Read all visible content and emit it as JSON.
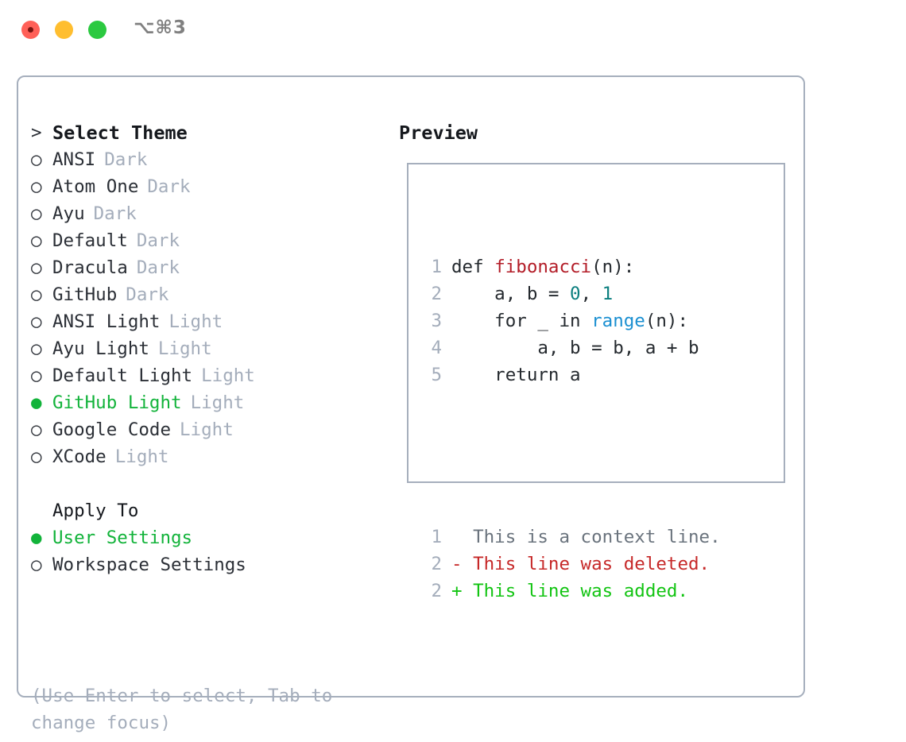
{
  "titlebar": {
    "shortcut": "⌥⌘3",
    "lights": [
      "close",
      "minimize",
      "maximize"
    ]
  },
  "theme_list": {
    "heading": "Select Theme",
    "heading_marker": ">",
    "marker_unselected": "○",
    "marker_selected": "●",
    "items": [
      {
        "name": "ANSI",
        "tag": "Dark",
        "selected": false
      },
      {
        "name": "Atom One",
        "tag": "Dark",
        "selected": false
      },
      {
        "name": "Ayu",
        "tag": "Dark",
        "selected": false
      },
      {
        "name": "Default",
        "tag": "Dark",
        "selected": false
      },
      {
        "name": "Dracula",
        "tag": "Dark",
        "selected": false
      },
      {
        "name": "GitHub",
        "tag": "Dark",
        "selected": false
      },
      {
        "name": "ANSI Light",
        "tag": "Light",
        "selected": false
      },
      {
        "name": "Ayu Light",
        "tag": "Light",
        "selected": false
      },
      {
        "name": "Default Light",
        "tag": "Light",
        "selected": false
      },
      {
        "name": "GitHub Light",
        "tag": "Light",
        "selected": true
      },
      {
        "name": "Google Code",
        "tag": "Light",
        "selected": false
      },
      {
        "name": "XCode",
        "tag": "Light",
        "selected": false
      }
    ]
  },
  "apply_to": {
    "heading": "Apply To",
    "items": [
      {
        "name": "User Settings",
        "selected": true
      },
      {
        "name": "Workspace Settings",
        "selected": false
      }
    ]
  },
  "hint": "(Use Enter to select, Tab to change focus)",
  "preview": {
    "title": "Preview",
    "code_lines": [
      {
        "num": "1",
        "tokens": [
          {
            "t": "def ",
            "c": "plain"
          },
          {
            "t": "fibonacci",
            "c": "func"
          },
          {
            "t": "(n):",
            "c": "plain"
          }
        ]
      },
      {
        "num": "2",
        "tokens": [
          {
            "t": "    a, b = ",
            "c": "plain"
          },
          {
            "t": "0",
            "c": "num"
          },
          {
            "t": ", ",
            "c": "plain"
          },
          {
            "t": "1",
            "c": "num"
          }
        ]
      },
      {
        "num": "3",
        "tokens": [
          {
            "t": "    for _ in ",
            "c": "plain"
          },
          {
            "t": "range",
            "c": "builtin"
          },
          {
            "t": "(n):",
            "c": "plain"
          }
        ]
      },
      {
        "num": "4",
        "tokens": [
          {
            "t": "        a, b = b, a + b",
            "c": "plain"
          }
        ]
      },
      {
        "num": "5",
        "tokens": [
          {
            "t": "    return a",
            "c": "plain"
          }
        ]
      }
    ],
    "diff_lines": [
      {
        "num": "1",
        "sign": "  ",
        "text": "This is a context line.",
        "kind": "ctx"
      },
      {
        "num": "2",
        "sign": "- ",
        "text": "This line was deleted.",
        "kind": "del"
      },
      {
        "num": "2",
        "sign": "+ ",
        "text": "This line was added.",
        "kind": "add"
      }
    ]
  },
  "colors": {
    "accent_green": "#12b33a",
    "muted": "#a4adbb",
    "border": "#a6afbd",
    "text": "#2b2f36",
    "diff_add": "#12c412",
    "diff_del": "#c62828",
    "code_func": "#b31d28",
    "code_num": "#0a7e7e",
    "code_builtin": "#1a8fd1"
  }
}
